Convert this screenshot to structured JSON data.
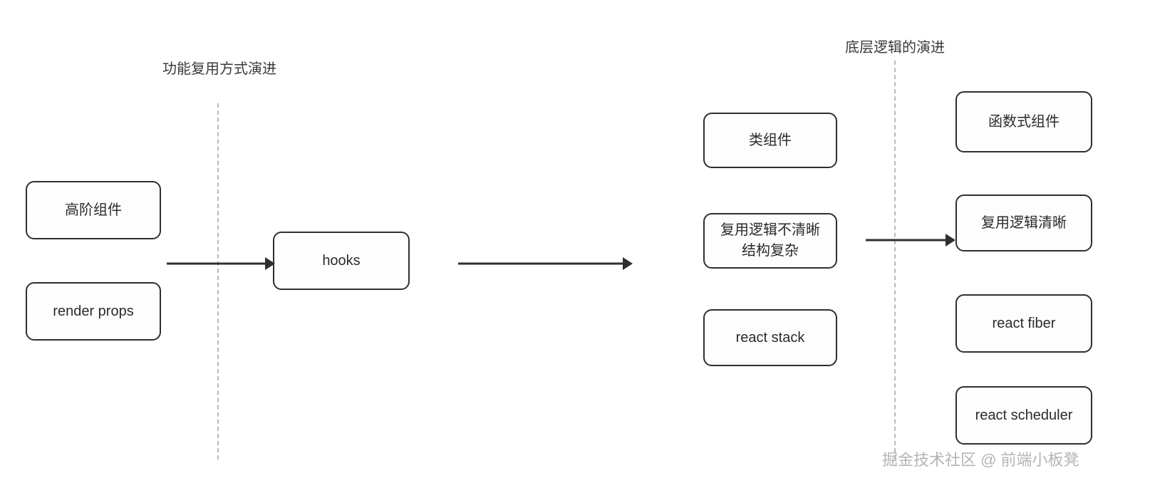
{
  "diagram": {
    "title_left": "功能复用方式演进",
    "title_right": "底层逻辑的演进",
    "watermark": "掘金技术社区 @ 前端小板凳",
    "nodes": {
      "hoc": "高阶组件",
      "render_props": "render props",
      "hooks": "hooks",
      "class_component": "类组件",
      "reuse_unclear": "复用逻辑不清晰\n结构复杂",
      "react_stack": "react stack",
      "function_component": "函数式组件",
      "reuse_clear": "复用逻辑清晰",
      "react_fiber": "react fiber",
      "react_scheduler": "react scheduler"
    },
    "colors": {
      "node_border": "#2f2f2f",
      "node_fill": "#fdfdfd",
      "text": "#2b2b2b",
      "title_text": "#3a3a3a",
      "divider": "#b9b9b9",
      "arrow": "#2f2f2f",
      "watermark": "#b4b4b4",
      "background": "#ffffff"
    }
  }
}
